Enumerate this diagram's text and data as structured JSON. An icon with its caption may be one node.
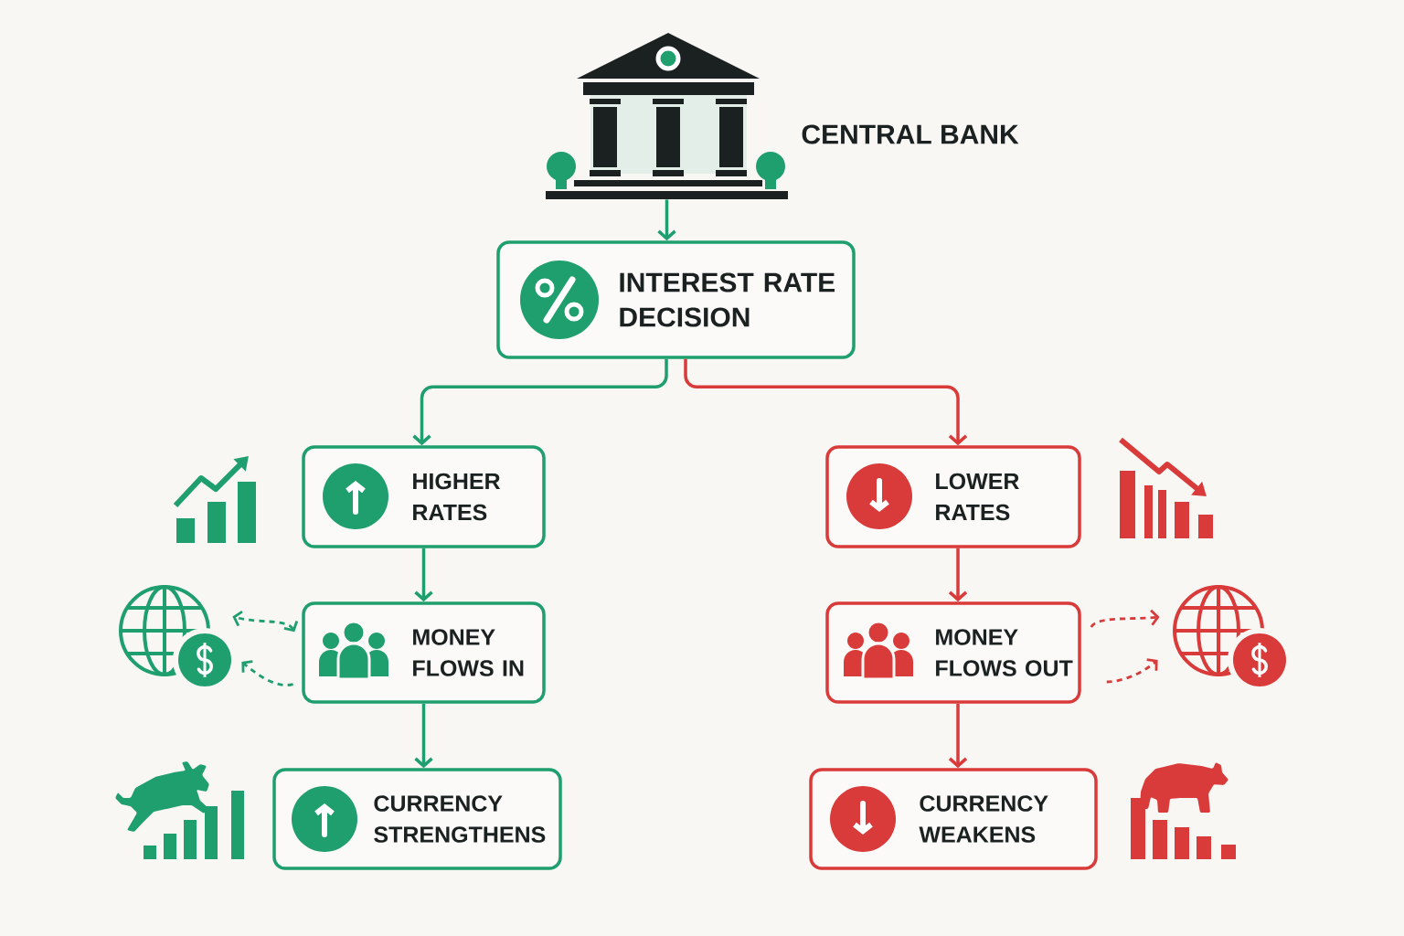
{
  "diagram": {
    "nodes": [
      {
        "text": [],
        "shape": "picture",
        "beside": [
          "CENTRAL BANK"
        ]
      },
      {
        "text": [
          "INTEREST RATE DECISION"
        ]
      },
      {
        "text": [
          "HIGHER RATES"
        ]
      },
      {
        "text": [
          "LOWER RATES"
        ]
      },
      {
        "text": [],
        "shape": "picture"
      },
      {
        "text": [
          "MONEY FLOWS IN"
        ]
      },
      {
        "text": [
          "MONEY FLOWS OUT"
        ]
      },
      {
        "text": [],
        "shape": "picture"
      },
      {
        "text": [
          "CURRENCY STRENGTHENS"
        ]
      },
      {
        "text": [
          "CURRENCY WEAKENS"
        ]
      }
    ],
    "edges": [
      {
        "from": 0,
        "to": 1,
        "arrow": "to",
        "color": "#1f9e6e"
      },
      {
        "from": 1,
        "to": 2,
        "arrow": "to",
        "color": "#1f9e6e"
      },
      {
        "from": 1,
        "to": 3,
        "arrow": "to",
        "color": "#d93a3a"
      },
      {
        "from": 2,
        "to": 5,
        "arrow": "to",
        "color": "#1f9e6e"
      },
      {
        "from": 3,
        "to": 6,
        "arrow": "to",
        "color": "#d93a3a"
      },
      {
        "from": 5,
        "to": 4,
        "arrow": "both",
        "style": "dashed",
        "color": "#1f9e6e"
      },
      {
        "from": 5,
        "to": 4,
        "arrow": "to",
        "style": "dashed",
        "color": "#1f9e6e"
      },
      {
        "from": 6,
        "to": 7,
        "arrow": "to",
        "style": "dashed",
        "color": "#d93a3a"
      },
      {
        "from": 6,
        "to": 7,
        "arrow": "to",
        "style": "dashed",
        "color": "#d93a3a"
      },
      {
        "from": 5,
        "to": 8,
        "arrow": "to",
        "color": "#1f9e6e"
      },
      {
        "from": 6,
        "to": 9,
        "arrow": "to",
        "color": "#d93a3a"
      }
    ]
  }
}
